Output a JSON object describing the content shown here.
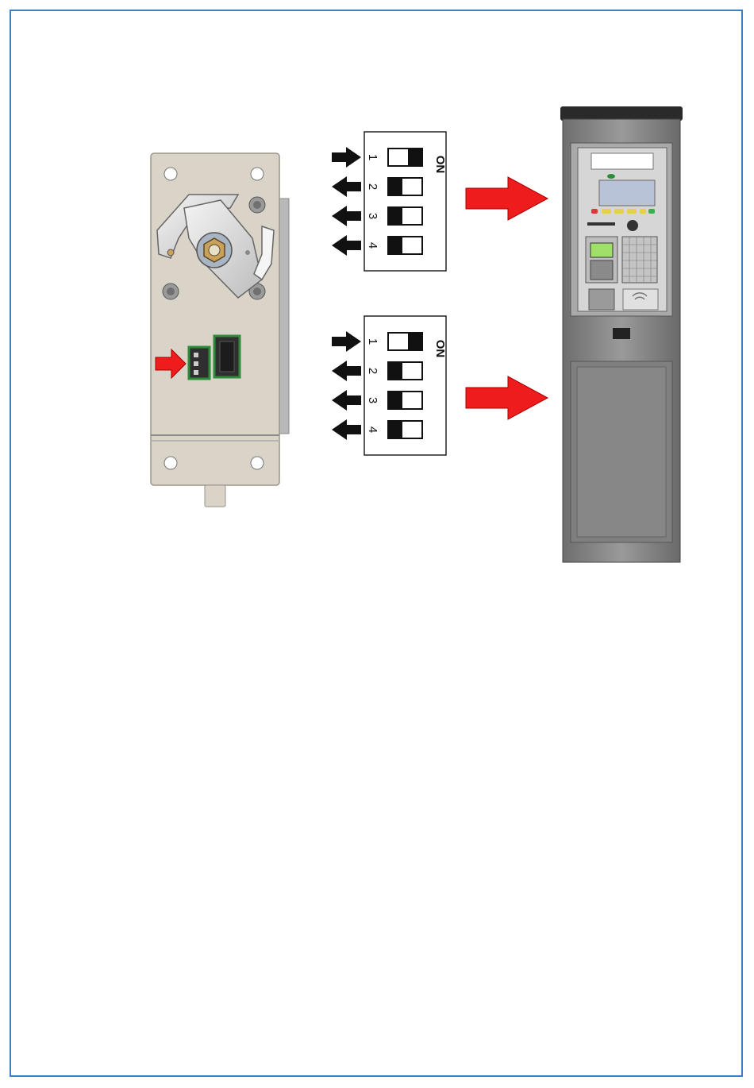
{
  "dip_switch_panels": [
    {
      "on_label": "ON",
      "switches": [
        {
          "number": "1",
          "state": "on"
        },
        {
          "number": "2",
          "state": "off"
        },
        {
          "number": "3",
          "state": "off"
        },
        {
          "number": "4",
          "state": "off"
        }
      ]
    },
    {
      "on_label": "ON",
      "switches": [
        {
          "number": "1",
          "state": "on"
        },
        {
          "number": "2",
          "state": "off"
        },
        {
          "number": "3",
          "state": "off"
        },
        {
          "number": "4",
          "state": "off"
        }
      ]
    }
  ],
  "colors": {
    "frame_border": "#3d7fc4",
    "highlight_arrow": "#ee1c1c",
    "connector_outline": "#2e8b3a",
    "plate": "#d9d3c8",
    "meter_body": "#8c8c8c",
    "meter_screen": "#9fe06a"
  },
  "icons": [
    "right-arrow-icon",
    "left-arrow-icon",
    "red-arrow-icon"
  ]
}
